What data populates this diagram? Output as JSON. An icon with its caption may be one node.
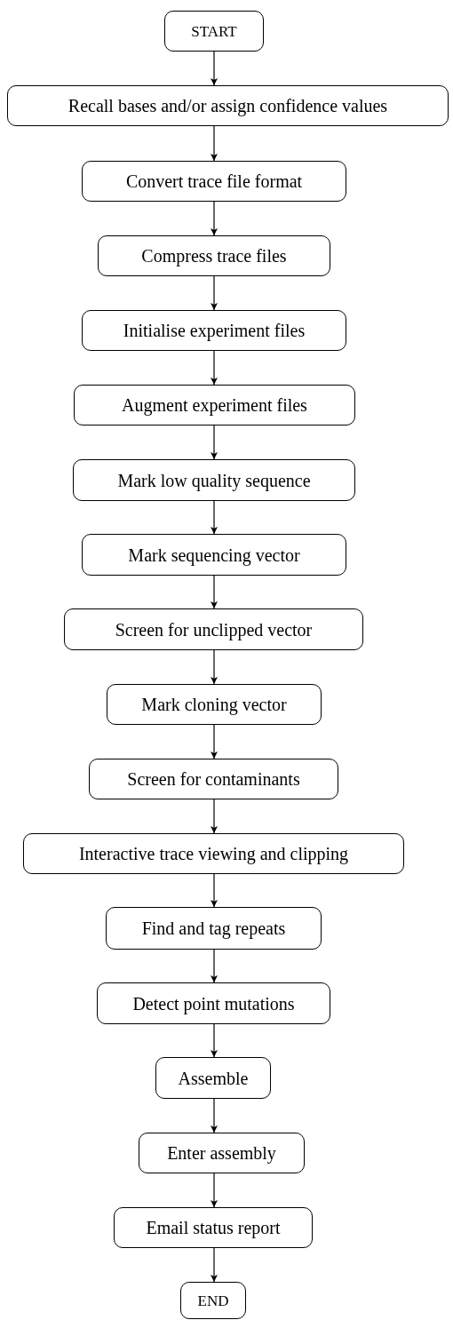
{
  "diagram": {
    "nodes": [
      {
        "text": [
          "START"
        ]
      },
      {
        "text": [
          "Recall bases and/or assign confidence values"
        ]
      },
      {
        "text": [
          "Convert trace file format"
        ]
      },
      {
        "text": [
          "Compress trace files"
        ]
      },
      {
        "text": [
          "Initialise experiment files"
        ]
      },
      {
        "text": [
          "Augment experiment files"
        ]
      },
      {
        "text": [
          "Mark low quality sequence"
        ]
      },
      {
        "text": [
          "Mark sequencing vector"
        ]
      },
      {
        "text": [
          "Screen for unclipped vector"
        ]
      },
      {
        "text": [
          "Mark cloning vector"
        ]
      },
      {
        "text": [
          "Screen for contaminants"
        ]
      },
      {
        "text": [
          "Interactive trace viewing and clipping"
        ]
      },
      {
        "text": [
          "Find and tag repeats"
        ]
      },
      {
        "text": [
          "Detect point mutations"
        ]
      },
      {
        "text": [
          "Assemble"
        ]
      },
      {
        "text": [
          "Enter assembly"
        ]
      },
      {
        "text": [
          "Email status report"
        ]
      },
      {
        "text": [
          "END"
        ]
      }
    ],
    "edges": [
      {
        "from": 0,
        "to": 1,
        "arrow": "to"
      },
      {
        "from": 1,
        "to": 2,
        "arrow": "to"
      },
      {
        "from": 2,
        "to": 3,
        "arrow": "to"
      },
      {
        "from": 3,
        "to": 4,
        "arrow": "to"
      },
      {
        "from": 4,
        "to": 5,
        "arrow": "to"
      },
      {
        "from": 5,
        "to": 6,
        "arrow": "to"
      },
      {
        "from": 6,
        "to": 7,
        "arrow": "to"
      },
      {
        "from": 7,
        "to": 8,
        "arrow": "to"
      },
      {
        "from": 8,
        "to": 9,
        "arrow": "to"
      },
      {
        "from": 9,
        "to": 10,
        "arrow": "to"
      },
      {
        "from": 10,
        "to": 11,
        "arrow": "to"
      },
      {
        "from": 11,
        "to": 12,
        "arrow": "to"
      },
      {
        "from": 12,
        "to": 13,
        "arrow": "to"
      },
      {
        "from": 13,
        "to": 14,
        "arrow": "to"
      },
      {
        "from": 14,
        "to": 15,
        "arrow": "to"
      },
      {
        "from": 15,
        "to": 16,
        "arrow": "to"
      },
      {
        "from": 16,
        "to": 17,
        "arrow": "to"
      }
    ]
  }
}
